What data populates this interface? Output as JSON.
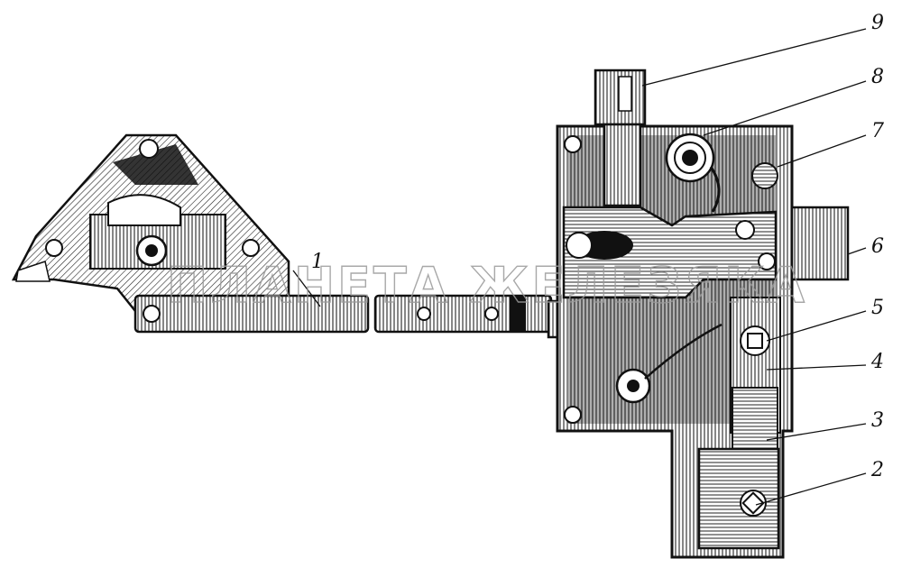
{
  "figure": {
    "watermark": "ПЛАНЕТА ЖЕЛЕЗЯКА",
    "callouts": [
      "1",
      "2",
      "3",
      "4",
      "5",
      "6",
      "7",
      "8",
      "9"
    ]
  },
  "colors": {
    "ink": "#111111",
    "paper": "#ffffff",
    "watermark": "#9a9a9a"
  }
}
